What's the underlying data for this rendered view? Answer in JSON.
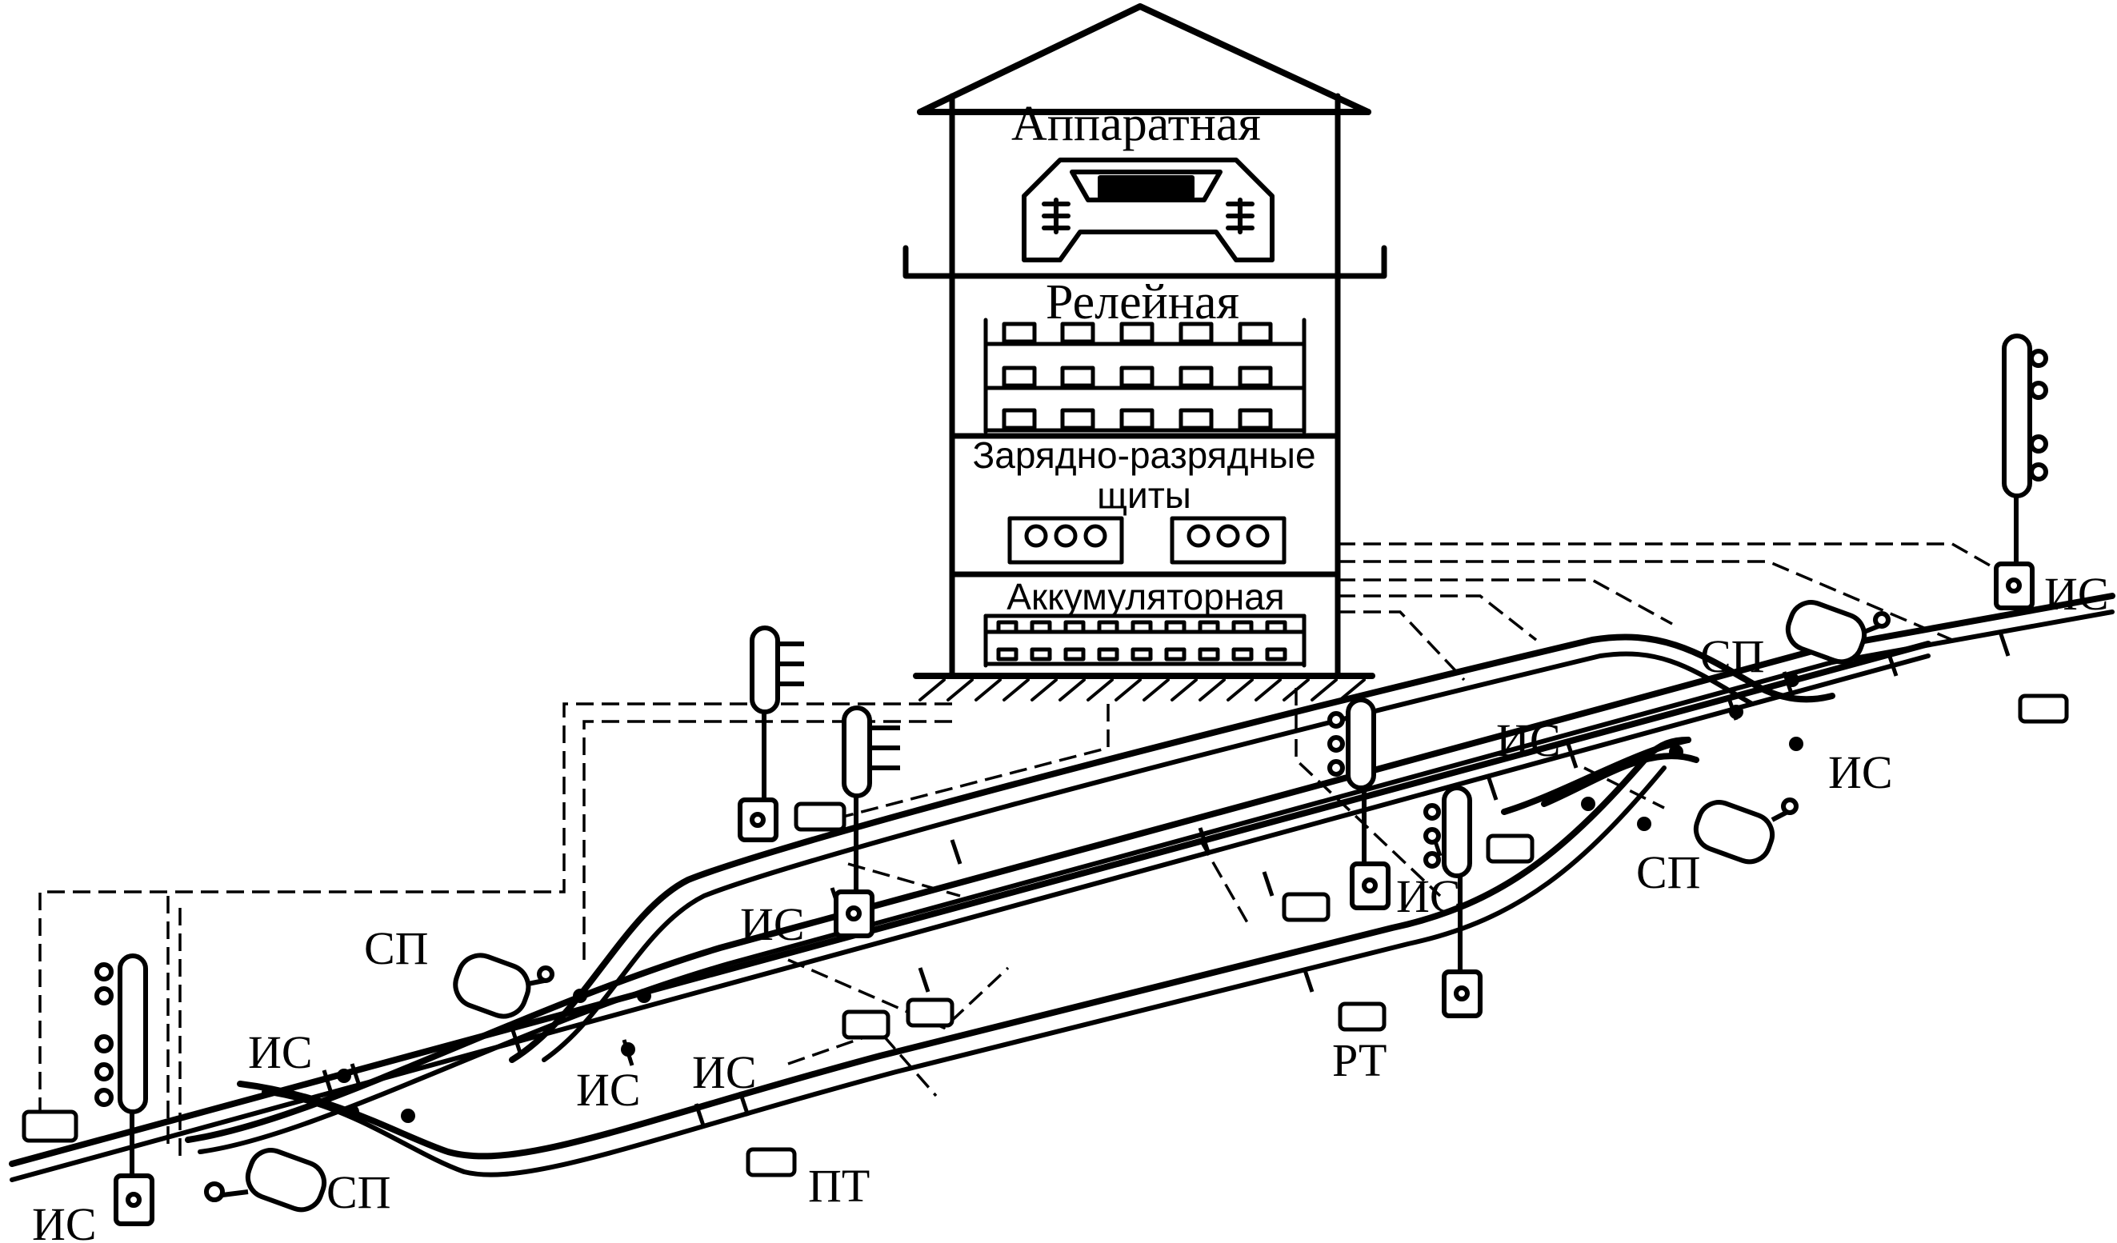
{
  "building": {
    "rooms": {
      "apparatus": "Аппаратная",
      "relay": "Релейная",
      "charging_line1": "Зарядно-разрядные",
      "charging_line2": "щиты",
      "battery": "Аккумуляторная"
    }
  },
  "labels": {
    "sp": "СП",
    "is": "ИС",
    "pt": "ПТ",
    "rt": "РТ"
  }
}
